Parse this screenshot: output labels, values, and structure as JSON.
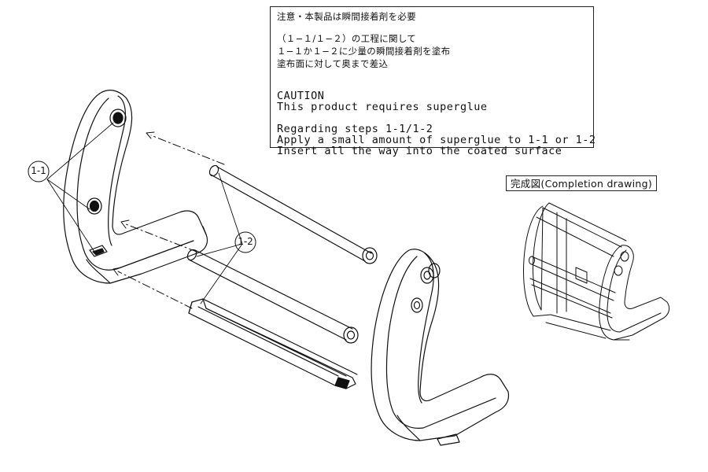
{
  "notes": {
    "jp_line1": "注意・本製品は瞬間接着剤を必要",
    "jp_line2": "（１−１/１−２）の工程に関して",
    "jp_line3": "１−１か１−２に少量の瞬間接着剤を塗布",
    "jp_line4": "塗布面に対して奥まで差込",
    "en_caution": "CAUTION",
    "en_line1": "This product requires superglue",
    "en_line2": "Regarding steps 1-1/1-2",
    "en_line3": "Apply a small amount of superglue to 1-1 or 1-2",
    "en_line4": "Insert all the way into the coated surface"
  },
  "completion_label": "完成図(Completion drawing)",
  "callouts": {
    "step_1_1": "1-1",
    "step_1_2": "1-2"
  }
}
